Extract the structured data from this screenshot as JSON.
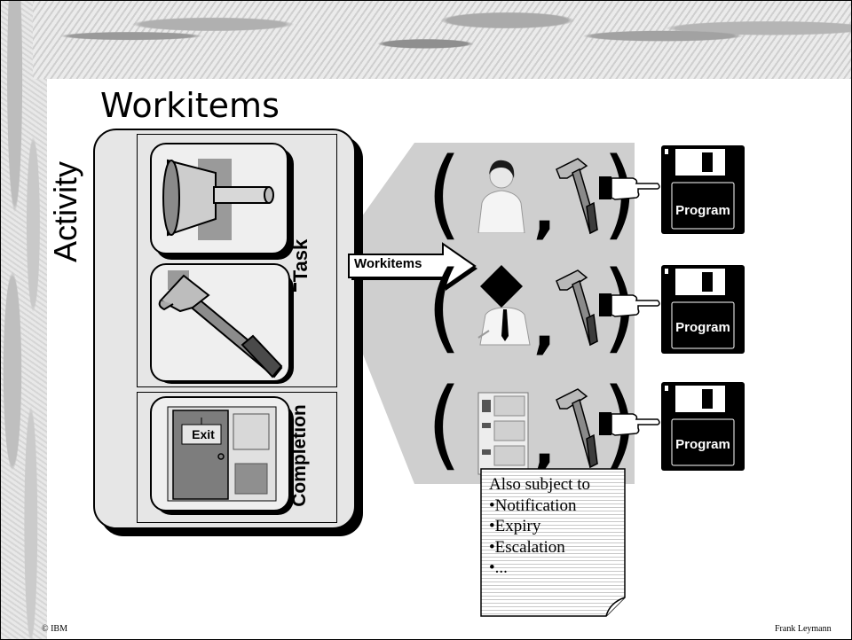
{
  "slide": {
    "title": "Workitems",
    "footer_left": "© IBM",
    "footer_right": "Frank Leymann"
  },
  "activity_panel": {
    "label": "Activity",
    "task_label": "Task",
    "completion_label": "Completion",
    "exit_sign": "Exit"
  },
  "arrow": {
    "label": "Workitems"
  },
  "workitems": [
    {
      "performer": "person-icon",
      "tool": "hammer-icon",
      "target": "Program"
    },
    {
      "performer": "role-icon",
      "tool": "hammer-icon",
      "target": "Program"
    },
    {
      "performer": "server-icon",
      "tool": "hammer-icon",
      "target": "Program"
    }
  ],
  "note": {
    "lines": [
      "Also subject to",
      "•Notification",
      "•Expiry",
      "•Escalation",
      "•..."
    ]
  },
  "colors": {
    "panel_gray": "#e6e6e6",
    "region_gray": "#cfcfcf",
    "floppy_black": "#000000"
  }
}
